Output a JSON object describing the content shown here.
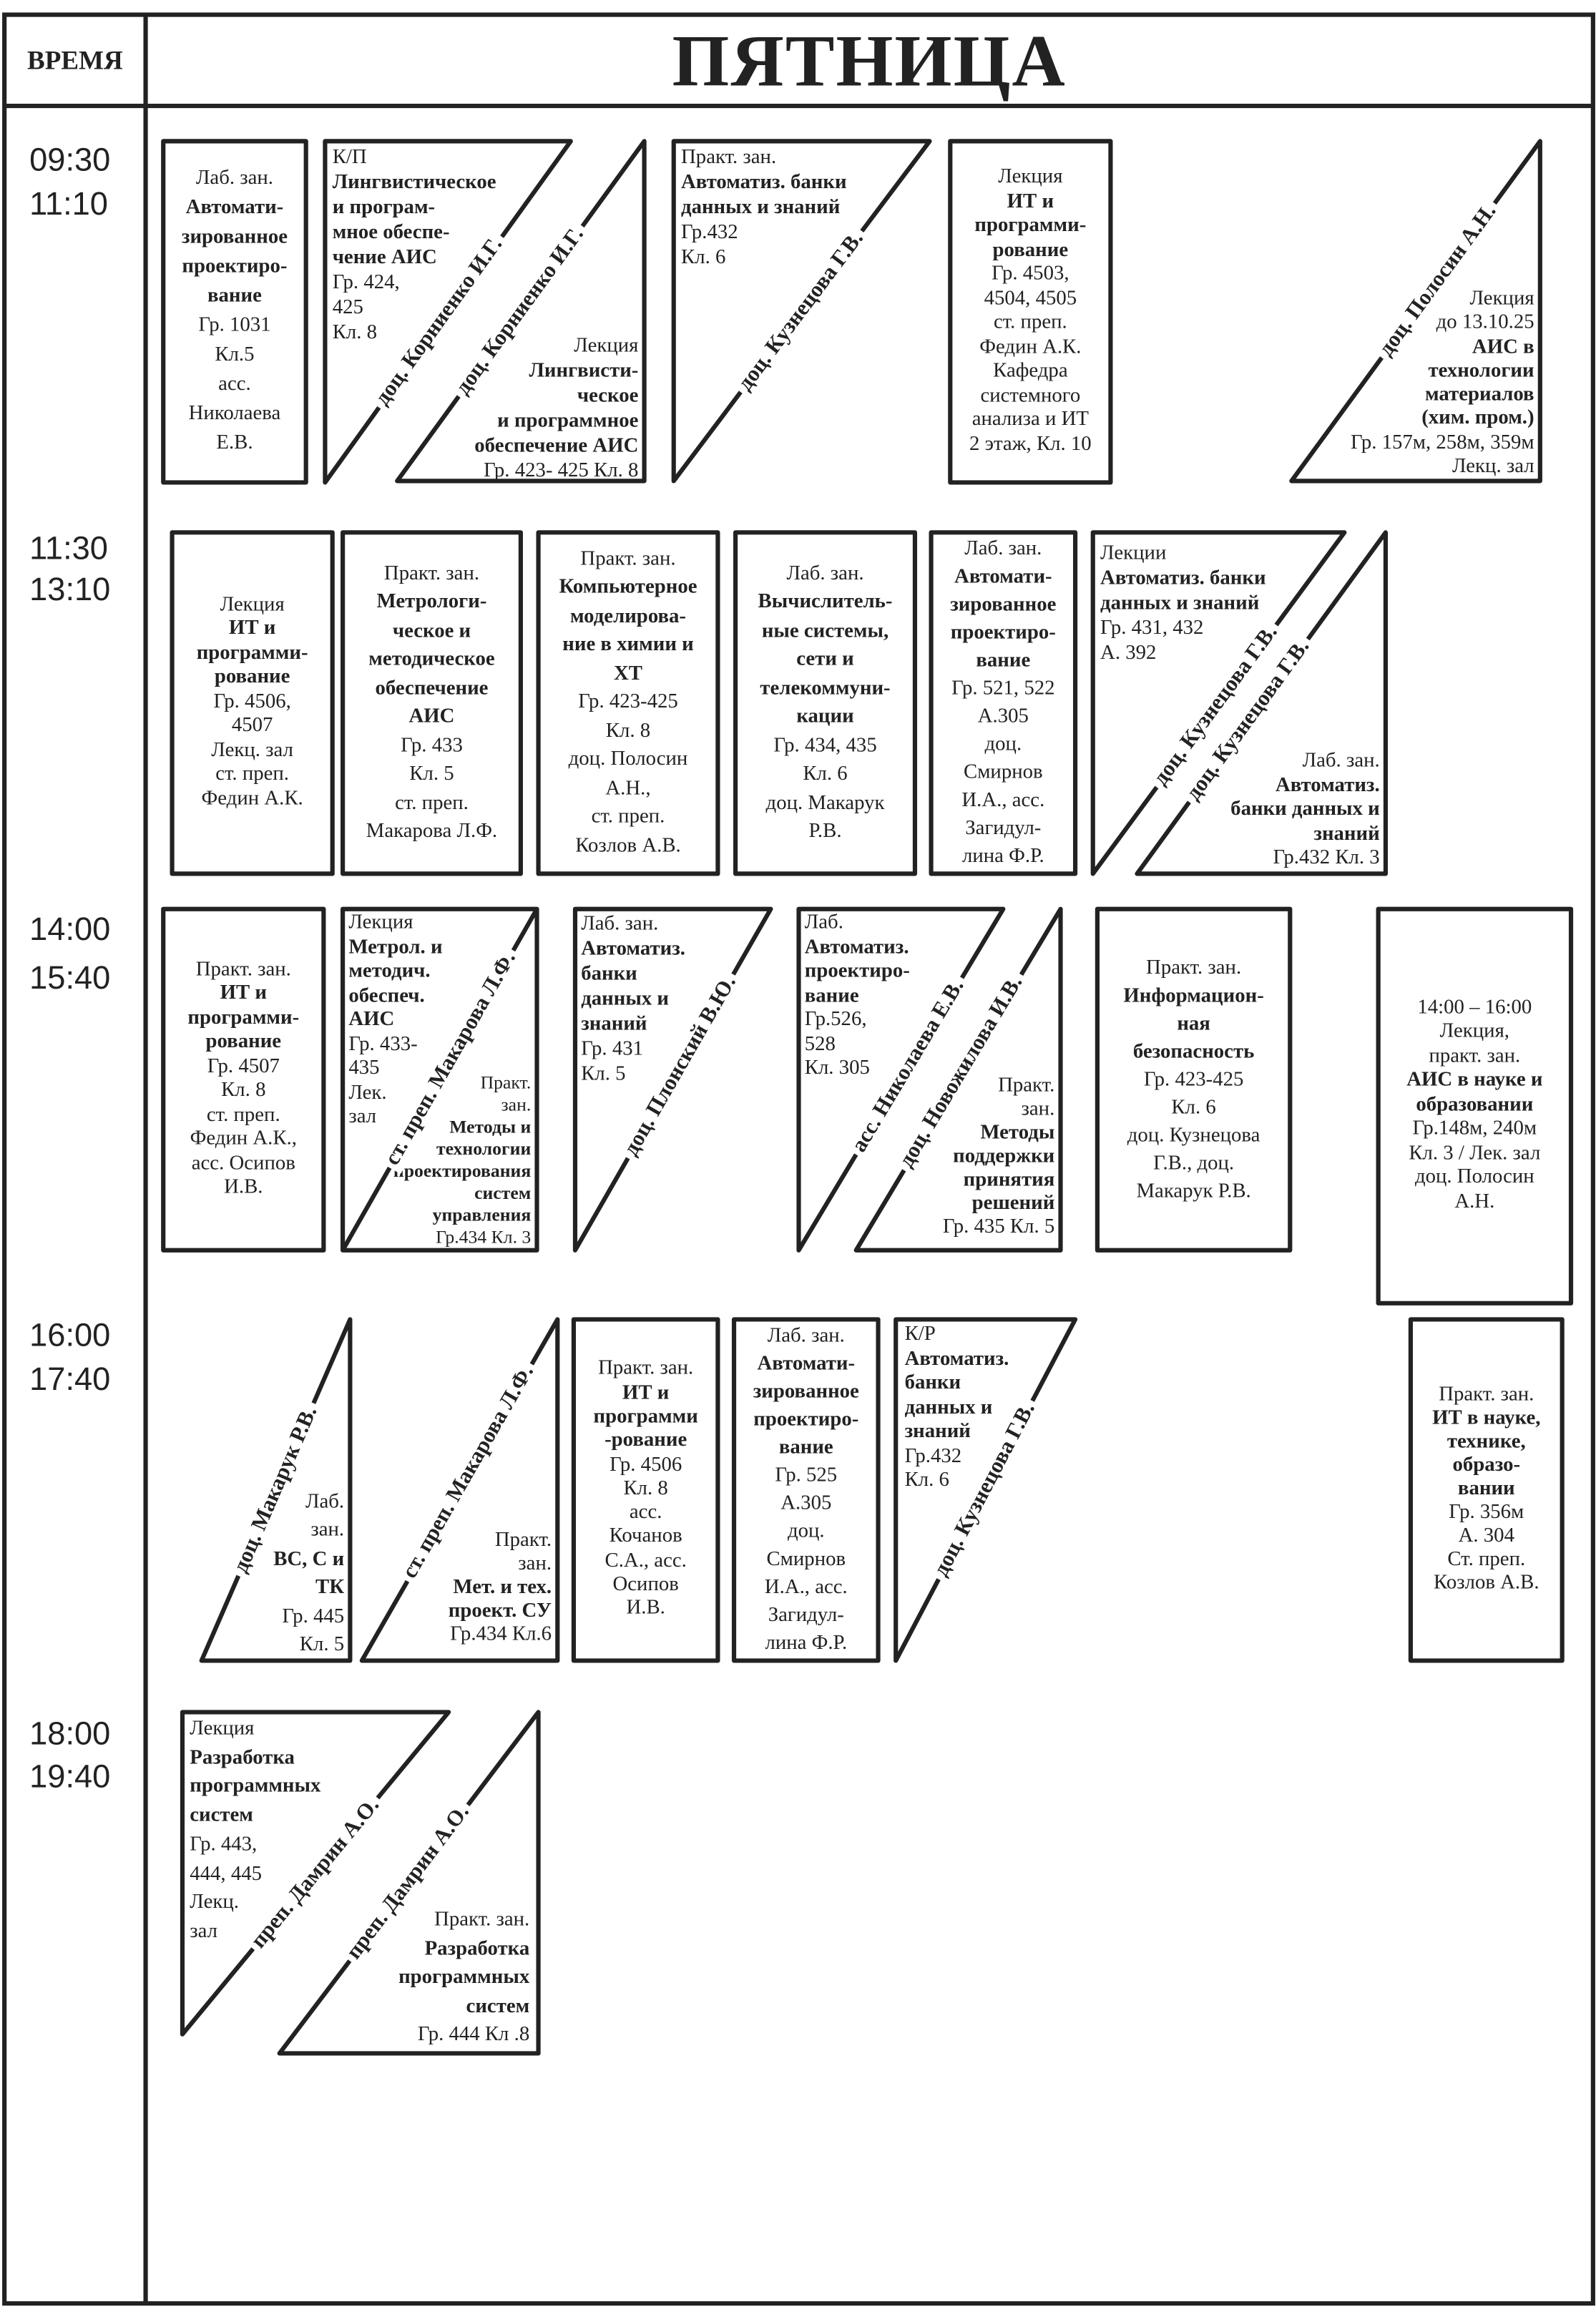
{
  "header": {
    "time_col": "ВРЕМЯ",
    "day": "ПЯТНИЦА"
  },
  "slots": [
    {
      "start": "09:30",
      "end": "11:10",
      "classes": [
        {
          "lines": [
            "Лаб. зан.",
            "Автомати-",
            "зированное",
            "проектиро-",
            "вание",
            "Гр. 1031",
            "Кл.5",
            "асс.",
            "Николаева",
            "Е.В."
          ]
        },
        {
          "lines": [
            "К/П",
            "Лингвистическое",
            "и програм-",
            "мное обеспе-",
            "чение АИС",
            "Гр. 424,",
            "425",
            "Кл. 8"
          ],
          "teacher": "доц. Корниенко И.Г."
        },
        {
          "lines": [
            "Лекция",
            "Лингвисти-",
            "ческое",
            "и программное",
            "обеспечение АИС",
            "Гр. 423- 425 Кл. 8"
          ],
          "teacher": "доц. Корниенко И.Г."
        },
        {
          "lines": [
            "Практ. зан.",
            "Автоматиз. банки",
            "данных и знаний",
            "Гр.432",
            "Кл. 6"
          ],
          "teacher": "доц. Кузнецова Г.В."
        },
        {
          "lines": [
            "Лекция",
            "ИТ и",
            "программи-",
            "рование",
            "Гр. 4503,",
            "4504, 4505",
            "ст. преп.",
            "Федин А.К.",
            "Кафедра",
            "системного",
            "анализа и ИТ",
            "2 этаж, Кл. 10"
          ]
        },
        {
          "lines": [
            "Лекция",
            "до 13.10.25",
            "АИС в",
            "технологии",
            "материалов",
            "(хим. пром.)",
            "Гр. 157м, 258м, 359м",
            "Лекц. зал"
          ],
          "teacher": "доц. Полосин А.Н."
        }
      ]
    },
    {
      "start": "11:30",
      "end": "13:10",
      "classes": [
        {
          "lines": [
            "Лекция",
            "ИТ и",
            "программи-",
            "рование",
            "Гр. 4506,",
            "4507",
            "Лекц. зал",
            "ст. преп.",
            "Федин А.К."
          ]
        },
        {
          "lines": [
            "Практ. зан.",
            "Метрологи-",
            "ческое и",
            "методическое",
            "обеспечение",
            "АИС",
            "Гр. 433",
            "Кл. 5",
            "ст. преп.",
            "Макарова Л.Ф."
          ]
        },
        {
          "lines": [
            "Практ. зан.",
            "Компьютерное",
            "моделирова-",
            "ние в химии и",
            "ХТ",
            "Гр. 423-425",
            "Кл. 8",
            "доц. Полосин",
            "А.Н.,",
            "ст. преп.",
            "Козлов А.В."
          ]
        },
        {
          "lines": [
            "Лаб. зан.",
            "Вычислитель-",
            "ные системы,",
            "сети и",
            "телекоммуни-",
            "кации",
            "Гр. 434, 435",
            "Кл. 6",
            "доц. Макарук",
            "Р.В."
          ]
        },
        {
          "lines": [
            "Лаб. зан.",
            "Автомати-",
            "зированное",
            "проектиро-",
            "вание",
            "Гр. 521, 522",
            "А.305",
            "доц.",
            "Смирнов",
            "И.А., асс.",
            "Загидул-",
            "лина Ф.Р."
          ]
        },
        {
          "lines": [
            "Лекции",
            "Автоматиз. банки",
            "данных и знаний",
            "Гр. 431, 432",
            "А. 392"
          ],
          "teacher": "доц. Кузнецова Г.В."
        },
        {
          "lines": [
            "Лаб. зан.",
            "Автоматиз.",
            "банки данных и",
            "знаний",
            "Гр.432 Кл. 3"
          ],
          "teacher": "доц. Кузнецова Г.В."
        }
      ]
    },
    {
      "start": "14:00",
      "end": "15:40",
      "classes": [
        {
          "lines": [
            "Практ. зан.",
            "ИТ и",
            "программи-",
            "рование",
            "Гр. 4507",
            "Кл. 8",
            "ст. преп.",
            "Федин А.К.,",
            "асс. Осипов",
            "И.В."
          ]
        },
        {
          "lines": [
            "Лекция",
            "Метрол. и",
            "методич.",
            "обеспеч.",
            "АИС",
            "Гр. 433-",
            "435",
            "Лек.",
            "зал"
          ],
          "teacher": "ст. преп. Макарова Л.Ф."
        },
        {
          "lines": [
            "Практ.",
            "зан.",
            "Методы и",
            "технологии",
            "проектирования",
            "систем",
            "управления",
            "Гр.434 Кл. 3"
          ]
        },
        {
          "lines": [
            "Лаб. зан.",
            "Автоматиз.",
            "банки",
            "данных и",
            "знаний",
            "Гр. 431",
            "Кл. 5"
          ],
          "teacher": "доц. Плонский В.Ю."
        },
        {
          "lines": [
            "Лаб.",
            "Автоматиз.",
            "проектиро-",
            "вание",
            "Гр.526,",
            "528",
            "Кл. 305"
          ],
          "teacher": "асс. Николаева Е.В."
        },
        {
          "lines": [
            "Практ.",
            "зан.",
            "Методы",
            "поддержки",
            "принятия",
            "решений",
            "Гр. 435 Кл. 5"
          ],
          "teacher": "доц. Новожилова И.В."
        },
        {
          "lines": [
            "Практ. зан.",
            "Информацион-",
            "ная",
            "безопасность",
            "Гр. 423-425",
            "Кл. 6",
            "доц. Кузнецова",
            "Г.В., доц.",
            "Макарук Р.В."
          ]
        },
        {
          "lines": [
            "14:00 – 16:00",
            "Лекция,",
            "практ. зан.",
            "АИС в науке и",
            "образовании",
            "Гр.148м, 240м",
            "Кл. 3 / Лек. зал",
            "доц. Полосин",
            "А.Н."
          ]
        }
      ]
    },
    {
      "start": "16:00",
      "end": "17:40",
      "classes": [
        {
          "lines": [
            "Лаб.",
            "зан.",
            "ВС, С и",
            "ТК",
            "Гр. 445",
            "Кл. 5"
          ],
          "teacher": "доц. Макарук Р.В."
        },
        {
          "lines": [
            "Практ.",
            "зан.",
            "Мет. и тех.",
            "проект. СУ",
            "Гр.434 Кл.6"
          ],
          "teacher": "ст. преп. Макарова Л.Ф."
        },
        {
          "lines": [
            "Практ. зан.",
            "ИТ и",
            "программи",
            "-рование",
            "Гр. 4506",
            "Кл. 8",
            "асс.",
            "Кочанов",
            "С.А., асс.",
            "Осипов",
            "И.В."
          ]
        },
        {
          "lines": [
            "Лаб. зан.",
            "Автомати-",
            "зированное",
            "проектиро-",
            "вание",
            "Гр. 525",
            "А.305",
            "доц.",
            "Смирнов",
            "И.А., асс.",
            "Загидул-",
            "лина Ф.Р."
          ]
        },
        {
          "lines": [
            "К/Р",
            "Автоматиз.",
            "банки",
            "данных и",
            "знаний",
            "Гр.432",
            "Кл. 6"
          ],
          "teacher": "доц. Кузнецова Г.В."
        },
        {
          "lines": [
            "Практ. зан.",
            "ИТ в науке,",
            "технике,",
            "образо-",
            "вании",
            "Гр. 356м",
            "А. 304",
            "Ст. преп.",
            "Козлов А.В."
          ]
        }
      ]
    },
    {
      "start": "18:00",
      "end": "19:40",
      "classes": [
        {
          "lines": [
            "Лекция",
            "Разработка",
            "программных",
            "систем",
            "Гр. 443,",
            "444, 445",
            "Лекц.",
            "зал"
          ],
          "teacher": "преп. Дамрин А.О."
        },
        {
          "lines": [
            "Практ. зан.",
            "Разработка",
            "программных",
            "систем",
            "Гр. 444 Кл .8"
          ],
          "teacher": "преп. Дамрин А.О."
        }
      ]
    }
  ]
}
